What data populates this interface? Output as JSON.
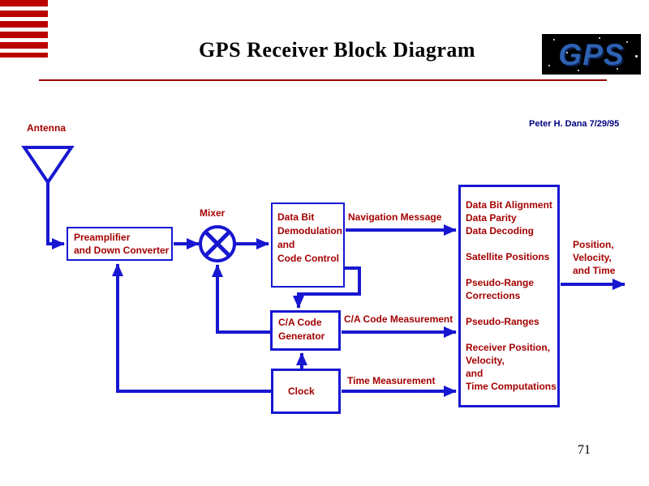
{
  "slide": {
    "title": "GPS Receiver Block Diagram",
    "author_date": "Peter H. Dana 7/29/95",
    "page_number": "71",
    "logo_text": "GPS"
  },
  "colors": {
    "diagram_blue": "#1717d1",
    "label_maroon": "#a40000",
    "flag_red": "#bb0000",
    "separator_red": "#990000",
    "author_navy": "#000080",
    "logo_blue": "#2d62b4",
    "logo_background": "#000000"
  },
  "diagram": {
    "antenna_label": "Antenna",
    "mixer_label": "Mixer",
    "boxes": {
      "preamplifier": {
        "lines": [
          "Preamplifier",
          "and Down Converter"
        ]
      },
      "data_bit": {
        "lines": [
          "Data Bit",
          "Demodulation",
          "and",
          "Code Control"
        ]
      },
      "ca_code_generator": {
        "lines": [
          "C/A Code",
          "Generator"
        ]
      },
      "clock": {
        "lines": [
          "Clock"
        ]
      },
      "processing": {
        "lines": [
          "Data Bit Alignment",
          "Data Parity",
          "Data Decoding",
          "",
          "Satellite Positions",
          "",
          "Pseudo-Range",
          "Corrections",
          "",
          "Pseudo-Ranges",
          "",
          "Receiver Position,",
          "Velocity,",
          "and",
          "Time Computations"
        ]
      }
    },
    "flow_labels": {
      "navigation_message": "Navigation Message",
      "ca_code_measurement": "C/A Code Measurement",
      "time_measurement": "Time Measurement",
      "output": {
        "lines": [
          "Position,",
          "Velocity,",
          "and Time"
        ]
      }
    }
  }
}
